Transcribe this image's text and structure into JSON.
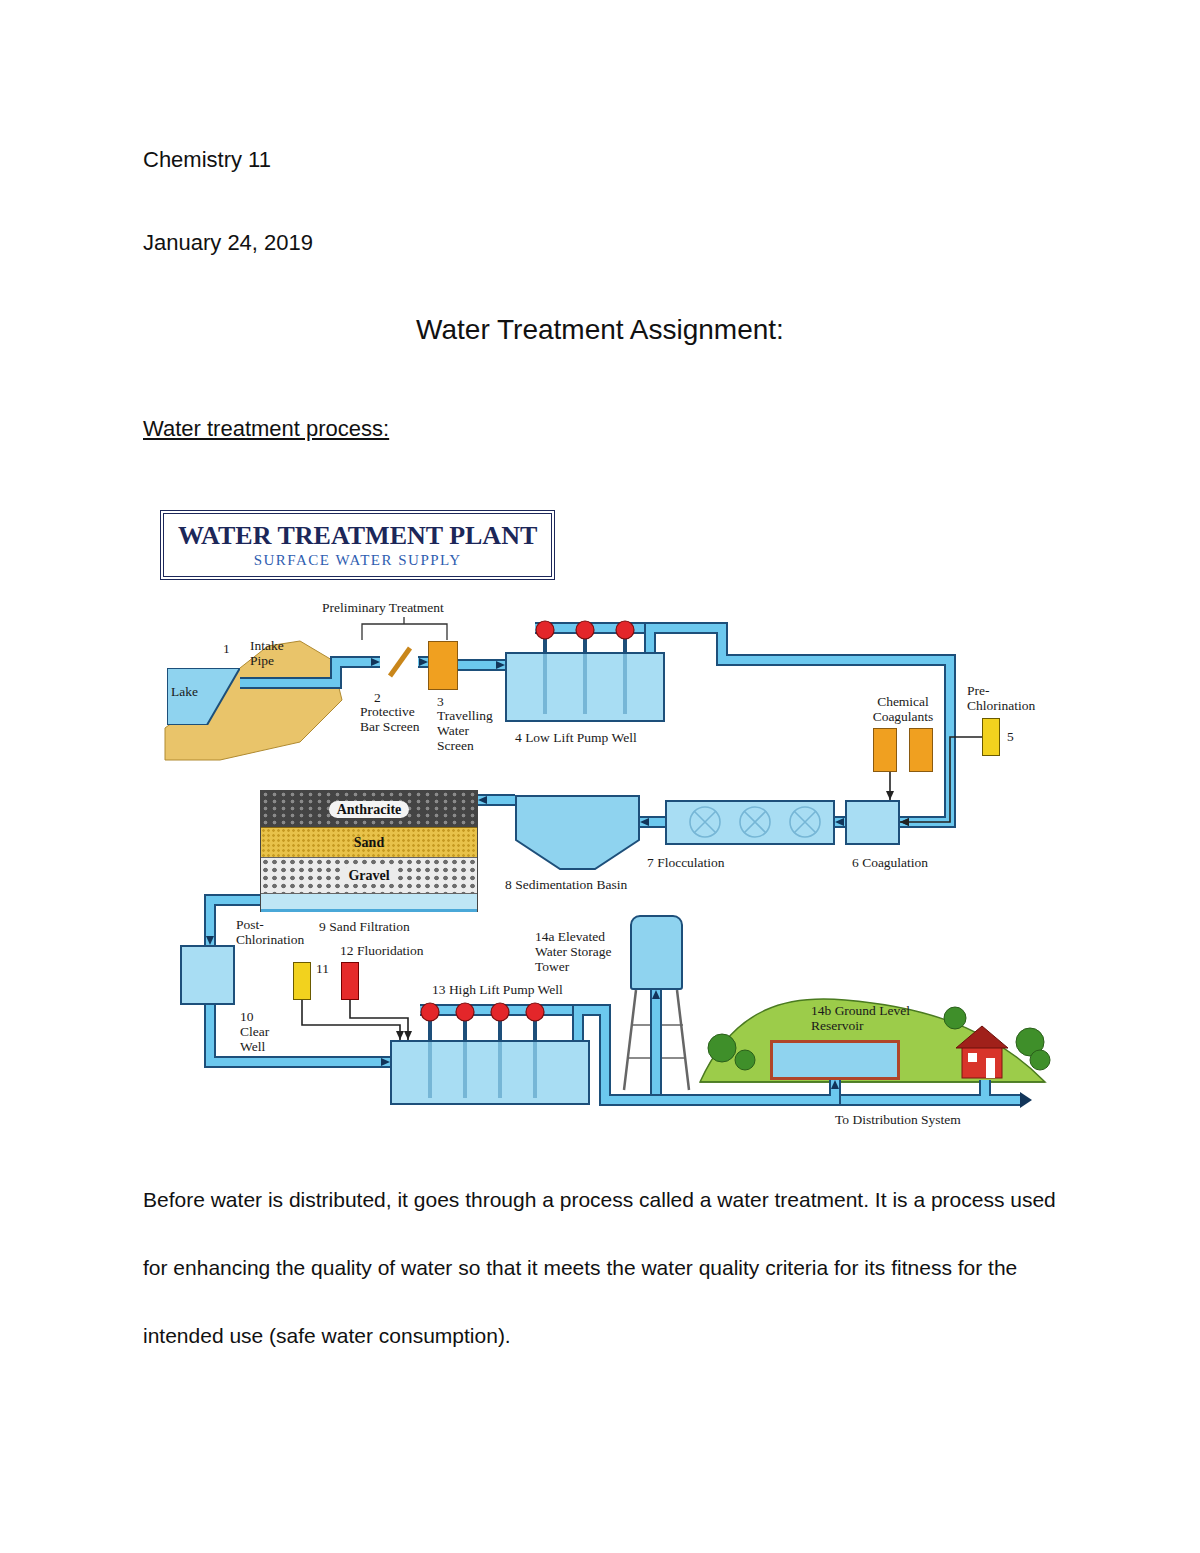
{
  "diagram": {
    "title": "Water Treatment Assignment:",
    "nodes": [
      {
        "text": [
          "WATER TREATMENT PLANT",
          "SURFACE WATER SUPPLY"
        ]
      },
      {
        "text": [
          "Lake"
        ]
      },
      {
        "text": [
          "2",
          "Protective Bar Screen"
        ]
      },
      {
        "text": [
          "3",
          "Travelling Water Screen"
        ]
      },
      {
        "text": [
          "4 Low Lift Pump Well"
        ]
      },
      {
        "text": [
          "Chemical Coagulants"
        ]
      },
      {
        "text": [
          "Pre-Chlorination",
          "5"
        ]
      },
      {
        "text": [
          "6 Coagulation"
        ]
      },
      {
        "text": [
          "7 Flocculation"
        ]
      },
      {
        "text": [
          "8 Sedimentation Basin"
        ]
      },
      {
        "text": [
          "9 Sand Filtration"
        ]
      },
      {
        "text": [
          "Anthracite"
        ],
        "in": 10
      },
      {
        "text": [
          "Sand"
        ],
        "in": 10
      },
      {
        "text": [
          "Gravel"
        ],
        "in": 10
      },
      {
        "text": [
          "10 Clear Well"
        ]
      },
      {
        "text": [
          "Post-Chlorination",
          "11"
        ]
      },
      {
        "text": [
          "12 Fluoridation"
        ]
      },
      {
        "text": [
          "13 High Lift Pump Well"
        ]
      },
      {
        "text": [
          "14a Elevated Water Storage Tower"
        ]
      },
      {
        "text": [
          "14b Ground Level Reservoir"
        ]
      }
    ],
    "edges": [
      {
        "from": 1,
        "to": 2,
        "arrow": "to"
      },
      {
        "from": 2,
        "to": 3,
        "arrow": "to"
      },
      {
        "from": 3,
        "to": 4,
        "arrow": "to"
      },
      {
        "from": 4,
        "to": 7,
        "arrow": "to"
      },
      {
        "from": 6,
        "to": 7,
        "arrow": "to"
      },
      {
        "from": 5,
        "to": 7,
        "arrow": "to"
      },
      {
        "from": 7,
        "to": 8,
        "arrow": "to"
      },
      {
        "from": 8,
        "to": 9,
        "arrow": "to"
      },
      {
        "from": 9,
        "to": 10,
        "arrow": "to"
      },
      {
        "from": 10,
        "to": 14,
        "arrow": "to"
      },
      {
        "from": 14,
        "to": 17,
        "arrow": "to"
      },
      {
        "from": 15,
        "to": 17,
        "arrow": "to"
      },
      {
        "from": 16,
        "to": 17,
        "arrow": "to"
      },
      {
        "from": 17,
        "to": 18,
        "arrow": "to"
      },
      {
        "from": 17,
        "to": 19,
        "arrow": "to"
      }
    ],
    "labels": [
      "Chemistry 11",
      "January 24, 2019",
      "Water treatment process:",
      "Preliminary Treatment",
      "1",
      "Intake Pipe",
      "To Distribution System",
      "Before water is distributed, it goes through a process called a water treatment. It is a process used for enhancing the quality of water so that it meets the water quality criteria for its fitness for the intended use (safe water consumption)."
    ]
  }
}
